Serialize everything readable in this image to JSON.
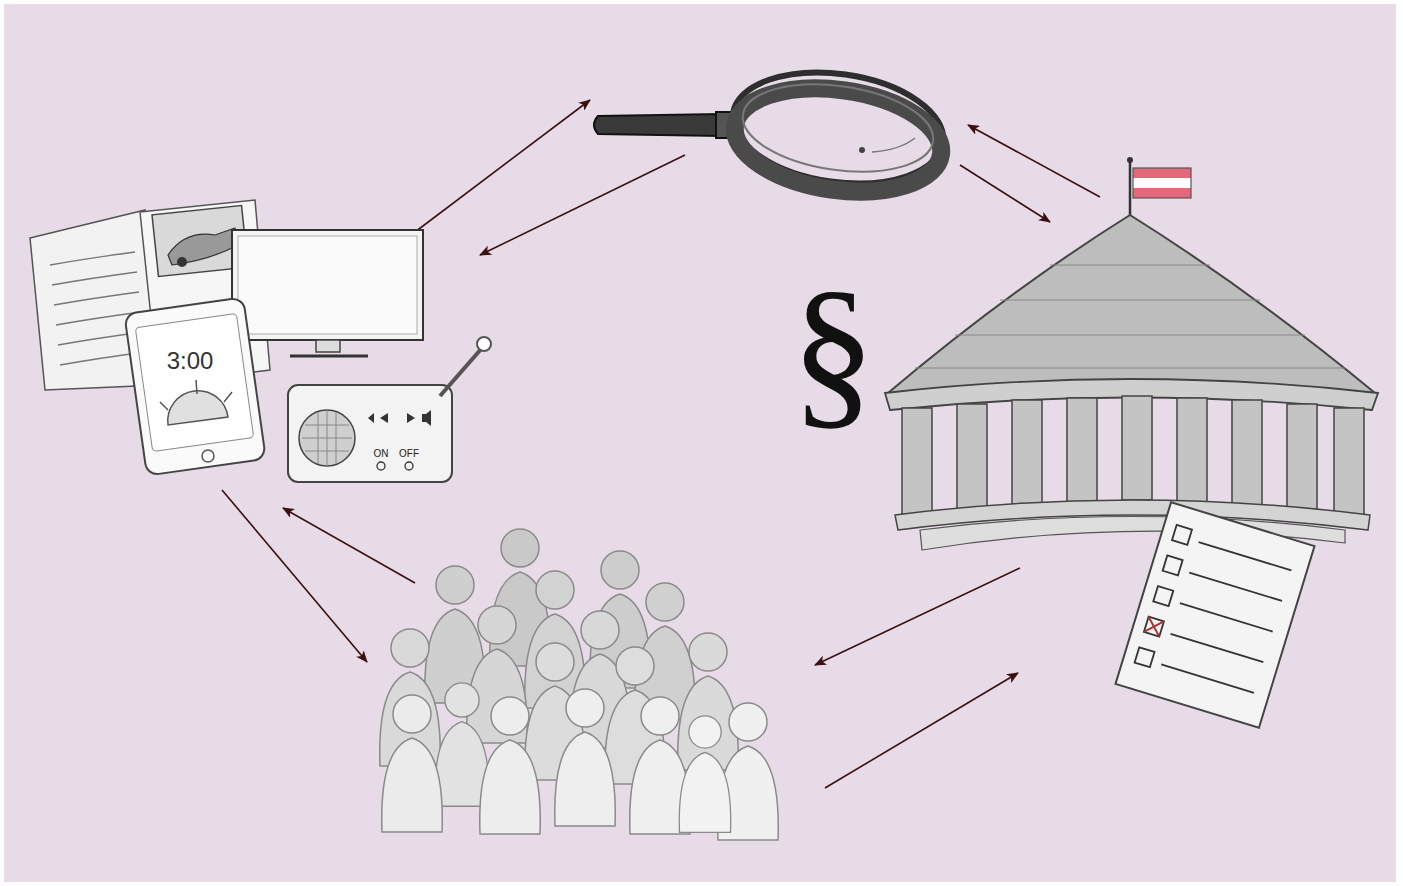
{
  "diagram": {
    "labels": [
      "3:00",
      "ON",
      "OFF",
      "§"
    ]
  }
}
